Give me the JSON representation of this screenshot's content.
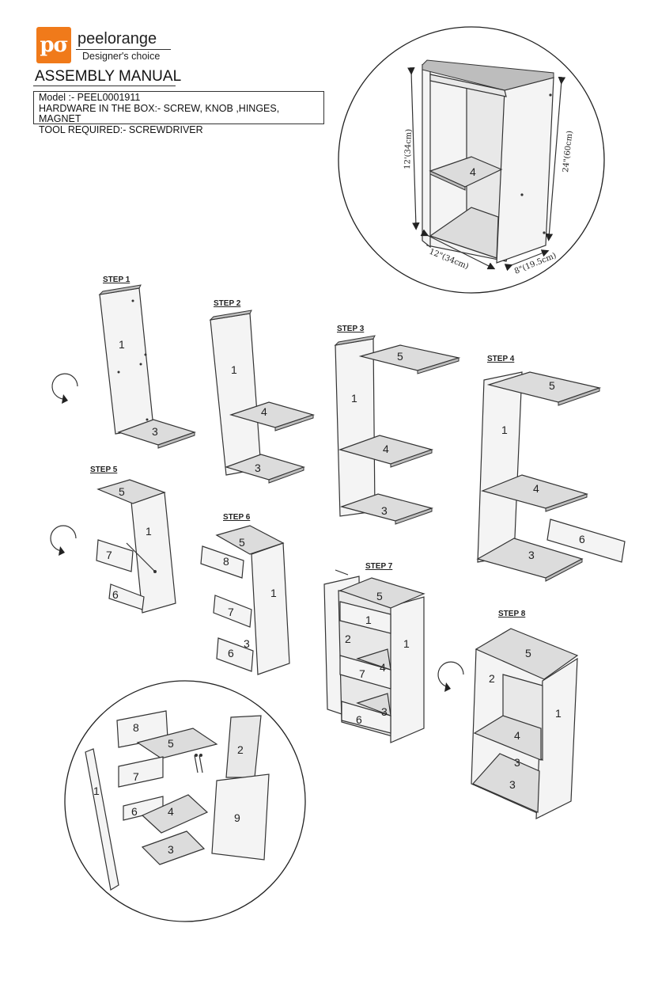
{
  "brand": {
    "logo_text": "pσ",
    "name": "peelorange",
    "tagline": "Designer's choice",
    "logo_color": "#f07a1a"
  },
  "manual": {
    "title": "ASSEMBLY MANUAL",
    "model_line": "Model :- PEEL0001911",
    "hardware_line": "HARDWARE IN THE BOX:- SCREW, KNOB ,HINGES, MAGNET",
    "tool_line": "TOOL REQUIRED:- SCREWDRIVER"
  },
  "dimensions": {
    "height": "12'(34cm)",
    "height_right": "24\"(60cm)",
    "width": "12\"(34cm)",
    "depth": "8\"(19.5cm)"
  },
  "steps": {
    "step1": "STEP 1",
    "step2": "STEP 2",
    "step3": "STEP 3",
    "step4": "STEP 4",
    "step5": "STEP 5",
    "step6": "STEP 6",
    "step7": "STEP 7",
    "step8": "STEP 8"
  },
  "parts": {
    "p1": "1",
    "p2": "2",
    "p3": "3",
    "p4": "4",
    "p5": "5",
    "p6": "6",
    "p7": "7",
    "p8": "8",
    "p9": "9"
  }
}
